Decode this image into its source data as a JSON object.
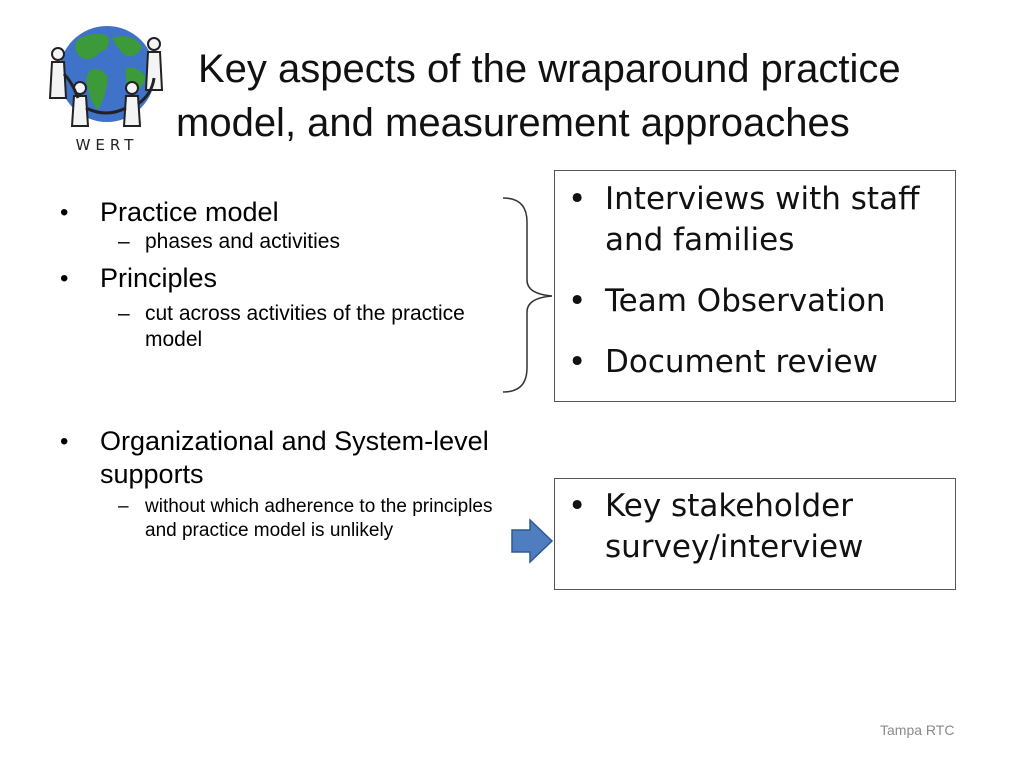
{
  "logo": {
    "text": "WERT"
  },
  "title": {
    "line1": "Key aspects of the wraparound practice",
    "line2": "model, and measurement approaches"
  },
  "left_list": [
    {
      "text": "Practice model",
      "sub": [
        "phases and activities"
      ]
    },
    {
      "text": "Principles",
      "sub": [
        "cut across activities of the practice model"
      ]
    },
    {
      "text": "Organizational and System-level supports",
      "sub": [
        "without which adherence to the principles and practice model is unlikely"
      ]
    }
  ],
  "box1": {
    "items": [
      "Interviews with staff and families",
      "Team Observation",
      "Document review"
    ]
  },
  "box2": {
    "items": [
      "Key stakeholder survey/interview"
    ]
  },
  "footer": {
    "text": "Tampa RTC"
  },
  "colors": {
    "arrow_fill": "#4f7ec0",
    "arrow_stroke": "#2e5a8f",
    "globe_ocean": "#3f72c9",
    "globe_land": "#3c9a3a"
  }
}
